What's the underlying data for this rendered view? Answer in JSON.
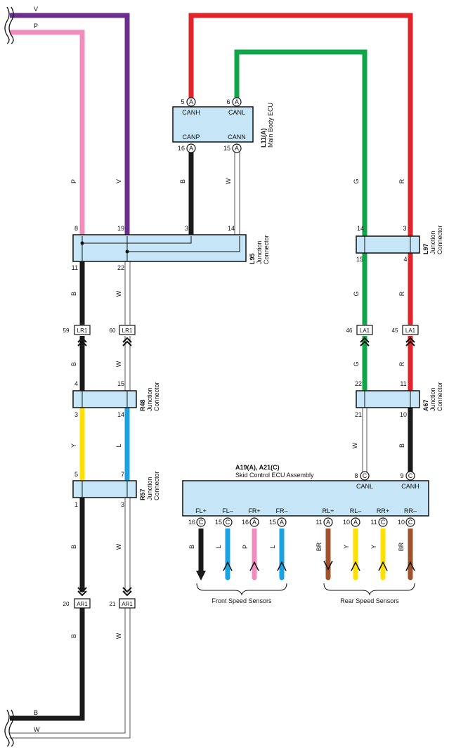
{
  "colors": {
    "V": "#6b2d8f",
    "P": "#f08cbf",
    "R": "#e2232a",
    "G": "#10a54a",
    "B": "#1a1a1a",
    "W": "#ffffff",
    "Y": "#ffe000",
    "L": "#1aa3e0",
    "BR": "#a0522d",
    "box_fill": "#c6e6f7"
  },
  "wire_labels": {
    "V": "V",
    "P": "P",
    "R": "R",
    "G": "G",
    "B": "B",
    "W": "W",
    "Y": "Y",
    "L": "L",
    "BR": "BR"
  },
  "main_body_ecu": {
    "id": "L11(A)",
    "name": "Main Body ECU",
    "pins": [
      {
        "num": "5",
        "conn": "A",
        "signal": "CANH"
      },
      {
        "num": "6",
        "conn": "A",
        "signal": "CANL"
      },
      {
        "num": "16",
        "conn": "A",
        "signal": "CANP"
      },
      {
        "num": "15",
        "conn": "A",
        "signal": "CANN"
      }
    ]
  },
  "junction_l95": {
    "id": "L95",
    "desc1": "Junction",
    "desc2": "Connector",
    "pins_top": [
      "8",
      "19",
      "3",
      "14"
    ],
    "pins_bottom": [
      "11",
      "22"
    ]
  },
  "junction_l97": {
    "id": "L97",
    "desc1": "Junction",
    "desc2": "Connector",
    "pins_top": [
      "14",
      "3"
    ],
    "pins_bottom": [
      "15",
      "4"
    ]
  },
  "junction_r48": {
    "id": "R48",
    "desc1": "Junction",
    "desc2": "Connector",
    "pins_top": [
      "4",
      "15"
    ],
    "pins_bottom": [
      "3",
      "14"
    ]
  },
  "junction_r57": {
    "id": "R57",
    "desc1": "Junction",
    "desc2": "Connector",
    "pins_top": [
      "5",
      "7"
    ],
    "pins_bottom": [
      "1",
      "3"
    ]
  },
  "junction_a67": {
    "id": "A67",
    "desc1": "Junction",
    "desc2": "Connector",
    "pins_top": [
      "22",
      "11"
    ],
    "pins_bottom": [
      "21",
      "10"
    ]
  },
  "inline_connectors": [
    {
      "num": "59",
      "name": "LR1"
    },
    {
      "num": "60",
      "name": "LR1"
    },
    {
      "num": "46",
      "name": "LA1"
    },
    {
      "num": "45",
      "name": "LA1"
    },
    {
      "num": "20",
      "name": "AR1"
    },
    {
      "num": "21",
      "name": "AR1"
    }
  ],
  "skid_ecu": {
    "id": "A19(A), A21(C)",
    "name": "Skid Control ECU Assembly",
    "can_pins": [
      {
        "num": "8",
        "conn": "C",
        "signal": "CANL"
      },
      {
        "num": "9",
        "conn": "C",
        "signal": "CANH"
      }
    ],
    "sensor_pins": [
      {
        "num": "16",
        "conn": "C",
        "signal": "FL+",
        "wire": "B"
      },
      {
        "num": "15",
        "conn": "C",
        "signal": "FL–",
        "wire": "L"
      },
      {
        "num": "16",
        "conn": "A",
        "signal": "FR+",
        "wire": "P"
      },
      {
        "num": "15",
        "conn": "A",
        "signal": "FR–",
        "wire": "L"
      },
      {
        "num": "11",
        "conn": "A",
        "signal": "RL+",
        "wire": "BR"
      },
      {
        "num": "10",
        "conn": "A",
        "signal": "RL–",
        "wire": "Y"
      },
      {
        "num": "11",
        "conn": "C",
        "signal": "RR+",
        "wire": "Y"
      },
      {
        "num": "10",
        "conn": "C",
        "signal": "RR–",
        "wire": "BR"
      }
    ]
  },
  "sensor_groups": {
    "front": "Front Speed Sensors",
    "rear": "Rear Speed Sensors"
  }
}
